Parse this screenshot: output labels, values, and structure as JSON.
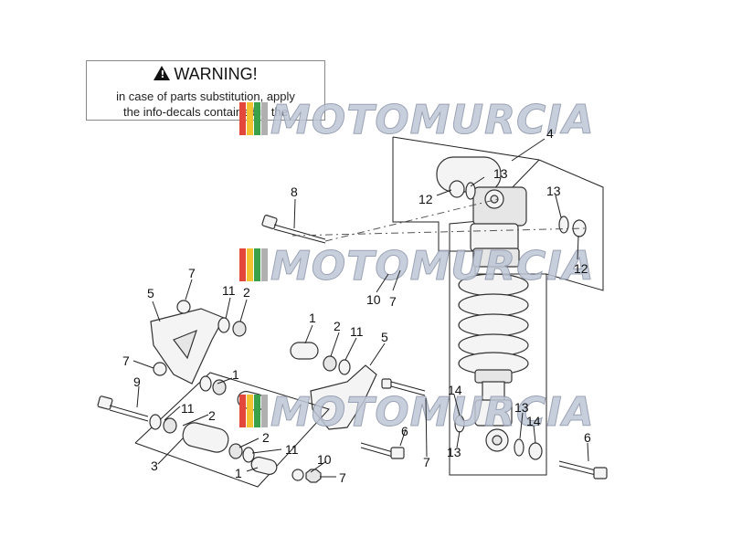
{
  "warning": {
    "title": "WARNING!",
    "line1": "in case of parts substitution, apply",
    "line2": "the info-decals contained in the"
  },
  "watermark": {
    "text": "MOTOMURCIA",
    "bar_colors": [
      "#e3473b",
      "#f2c230",
      "#3aa14a",
      "#b0b0b0"
    ]
  },
  "callouts": [
    {
      "id": "c4",
      "label": "4"
    },
    {
      "id": "c13a",
      "label": "13"
    },
    {
      "id": "c12a",
      "label": "12"
    },
    {
      "id": "c13b",
      "label": "13"
    },
    {
      "id": "c12b",
      "label": "12"
    },
    {
      "id": "c8",
      "label": "8"
    },
    {
      "id": "c10a",
      "label": "10"
    },
    {
      "id": "c7a",
      "label": "7"
    },
    {
      "id": "c7b",
      "label": "7"
    },
    {
      "id": "c5a",
      "label": "5"
    },
    {
      "id": "c11a",
      "label": "11"
    },
    {
      "id": "c2a",
      "label": "2"
    },
    {
      "id": "c1a",
      "label": "1"
    },
    {
      "id": "c2b",
      "label": "2"
    },
    {
      "id": "c11b",
      "label": "11"
    },
    {
      "id": "c5b",
      "label": "5"
    },
    {
      "id": "c7c",
      "label": "7"
    },
    {
      "id": "c9",
      "label": "9"
    },
    {
      "id": "c1b",
      "label": "1"
    },
    {
      "id": "c11c",
      "label": "11"
    },
    {
      "id": "c2c",
      "label": "2"
    },
    {
      "id": "c14a",
      "label": "14"
    },
    {
      "id": "c13c",
      "label": "13"
    },
    {
      "id": "c14b",
      "label": "14"
    },
    {
      "id": "c6a",
      "label": "6"
    },
    {
      "id": "c13d",
      "label": "13"
    },
    {
      "id": "c7d",
      "label": "7"
    },
    {
      "id": "c2d",
      "label": "2"
    },
    {
      "id": "c11d",
      "label": "11"
    },
    {
      "id": "c6b",
      "label": "6"
    },
    {
      "id": "c3",
      "label": "3"
    },
    {
      "id": "c10b",
      "label": "10"
    },
    {
      "id": "c1c",
      "label": "1"
    },
    {
      "id": "c7e",
      "label": "7"
    }
  ]
}
